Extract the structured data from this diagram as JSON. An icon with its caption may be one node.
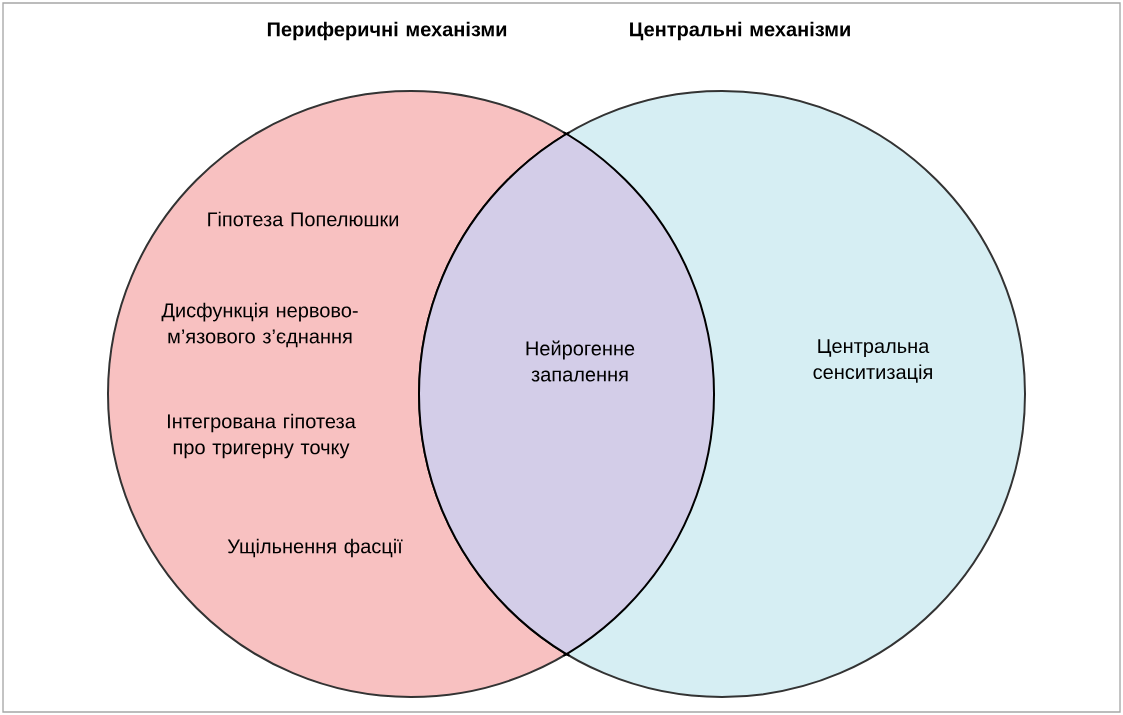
{
  "diagram": {
    "nodes": [
      {
        "text": [
          "Периферичні механізми",
          "Гіпотеза Попелюшки",
          "Дисфункція нервово-м’язового з’єднання",
          "Інтегрована гіпотеза про тригерну точку",
          "Ущільнення фасції"
        ]
      },
      {
        "text": [
          "Центральні механізми",
          "Центральна сенситизація"
        ]
      },
      {
        "text": [
          "Нейрогенне запалення"
        ]
      }
    ],
    "edges": []
  }
}
